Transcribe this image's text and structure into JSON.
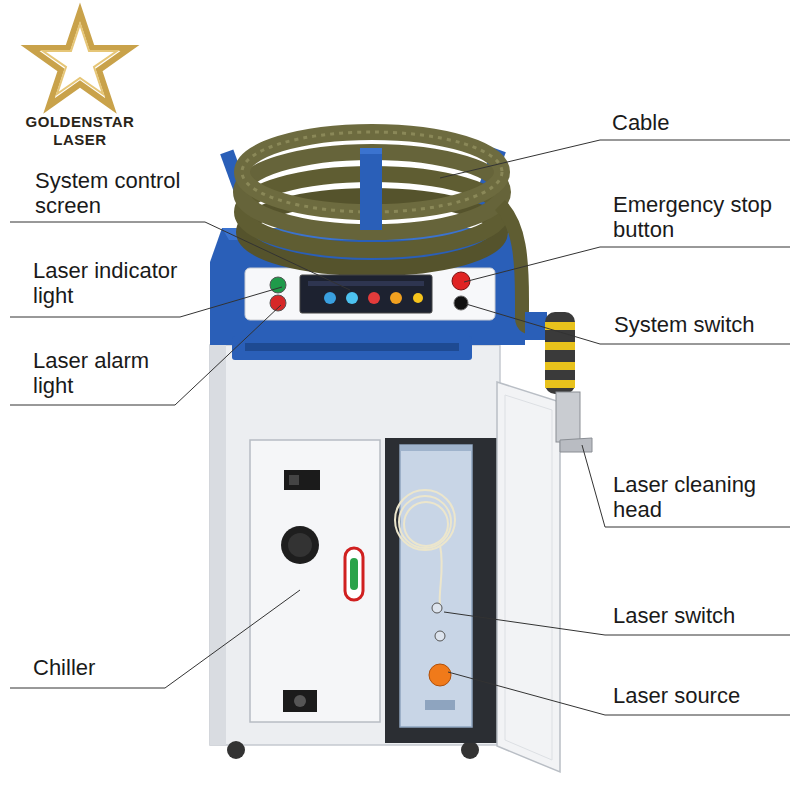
{
  "diagram": {
    "labels": [
      "GOLDENSTAR",
      "LASER",
      "Cable",
      "System control screen",
      "Emergency stop button",
      "Laser indicator light",
      "System switch",
      "Laser alarm light",
      "Laser cleaning head",
      "Chiller",
      "Laser switch",
      "Laser source"
    ]
  }
}
